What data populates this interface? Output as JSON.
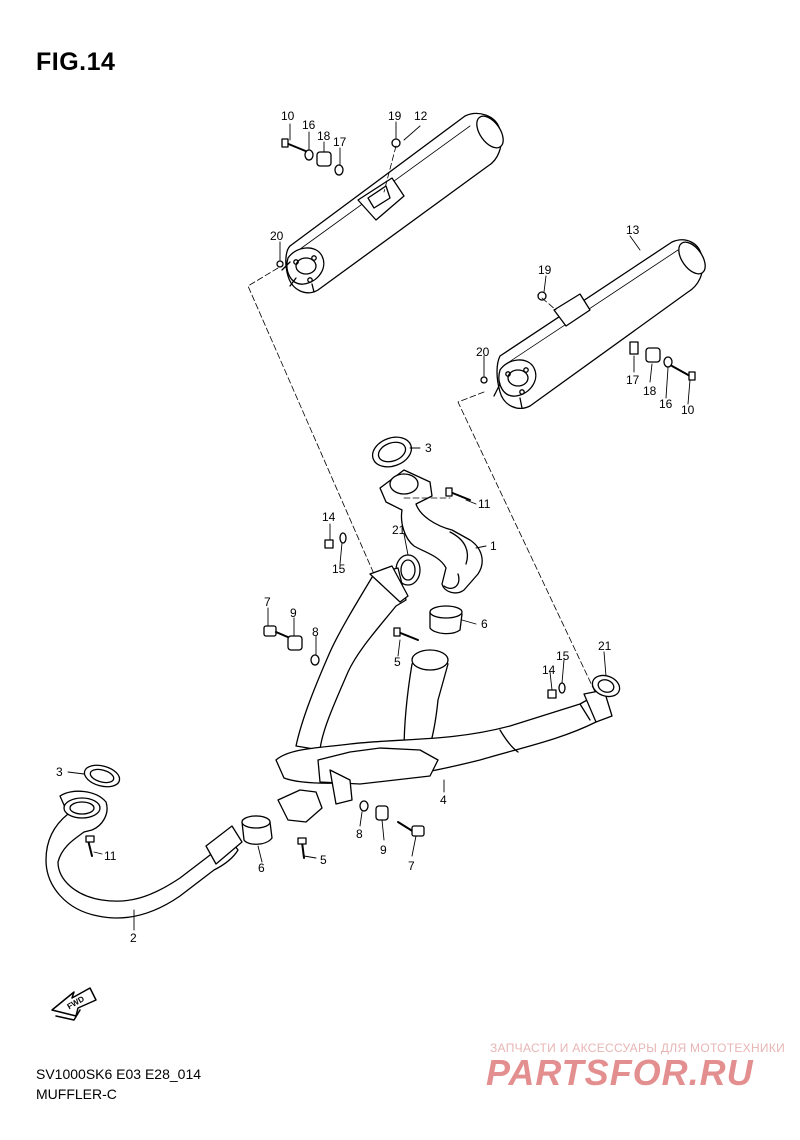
{
  "figure": {
    "title": "FIG.14",
    "code": "SV1000SK6 E03 E28_014",
    "name": "MUFFLER-C"
  },
  "watermark": {
    "small_text": "ЗАПЧАСТИ И АКСЕССУАРЫ ДЛЯ МОТОТЕХНИКИ",
    "big_text": "PARTSFOR.RU"
  },
  "fwd_label": "FWD",
  "callouts": [
    "10",
    "16",
    "18",
    "17",
    "19",
    "12",
    "20",
    "13",
    "19",
    "20",
    "17",
    "18",
    "16",
    "10",
    "3",
    "11",
    "1",
    "21",
    "14",
    "15",
    "6",
    "7",
    "9",
    "8",
    "5",
    "14",
    "15",
    "21",
    "4",
    "3",
    "11",
    "2",
    "6",
    "5",
    "8",
    "9",
    "7"
  ]
}
